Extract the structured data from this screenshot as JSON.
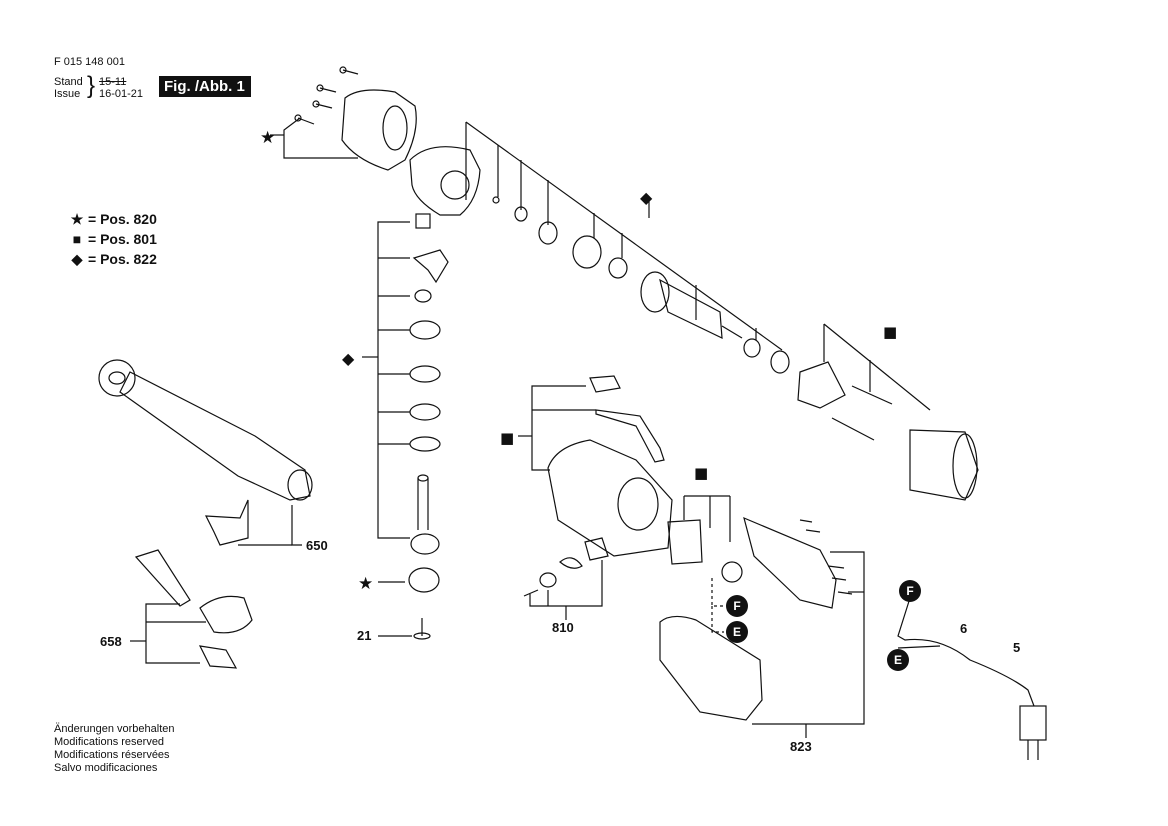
{
  "header": {
    "doc_number": "F 015 148 001",
    "stand_label": "Stand",
    "issue_label": "Issue",
    "brace": "}",
    "stand_value": "15-11",
    "issue_value": "16-01-21",
    "figure_label": "Fig. /Abb. 1"
  },
  "legend": [
    {
      "symbol": "★",
      "text": "= Pos. 820"
    },
    {
      "symbol": "■",
      "text": "= Pos. 801"
    },
    {
      "symbol": "◆",
      "text": "= Pos. 822"
    }
  ],
  "positions": {
    "p650": "650",
    "p658": "658",
    "p21": "21",
    "p810": "810",
    "p823": "823",
    "p6": "6",
    "p5": "5"
  },
  "group_markers": {
    "star": "★",
    "square": "■",
    "diamond": "◆"
  },
  "callouts": {
    "f": "F",
    "e": "E"
  },
  "footer": {
    "lines": [
      "Änderungen vorbehalten",
      "Modifications reserved",
      "Modifications réservées",
      "Salvo modificaciones"
    ]
  }
}
